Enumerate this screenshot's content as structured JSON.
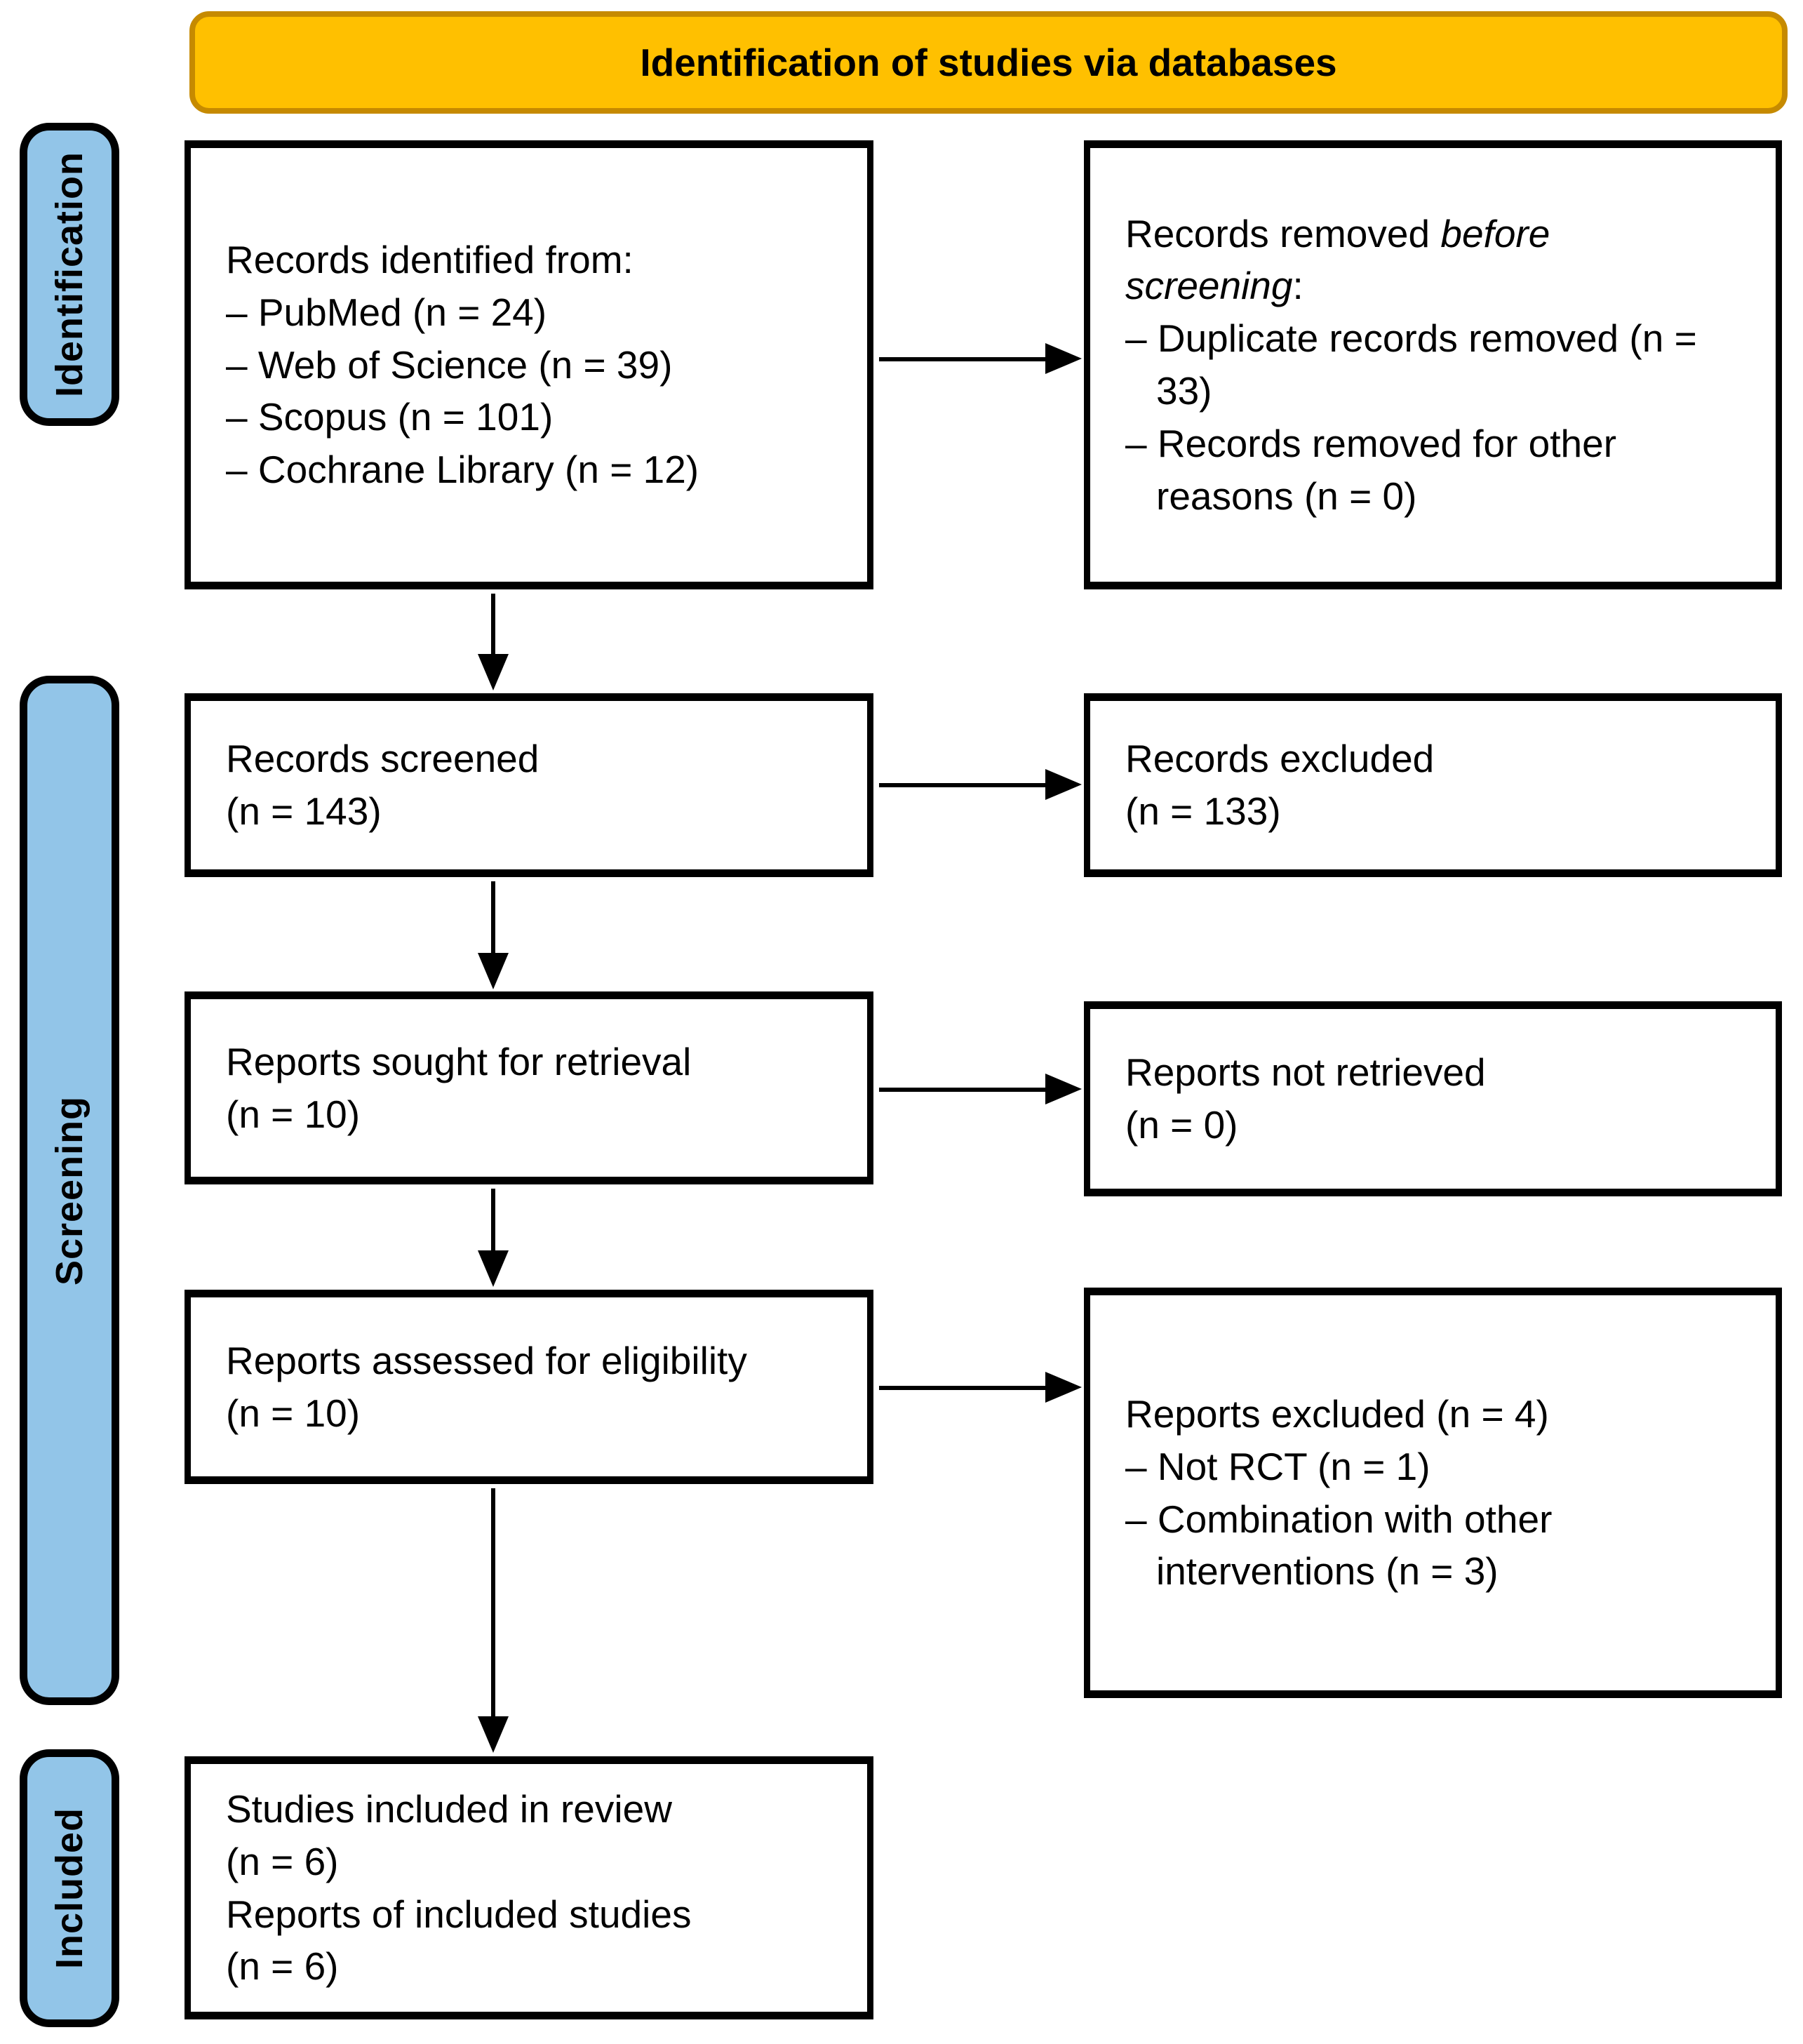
{
  "banner": {
    "label": "Identification of studies via databases"
  },
  "colors": {
    "banner_fill": "#FFC000",
    "banner_border": "#C68A00",
    "stage_fill": "#92C5E8",
    "stage_border": "#000000",
    "box_border": "#000000",
    "text": "#000000"
  },
  "stages": [
    {
      "label": "Identification"
    },
    {
      "label": "Screening"
    },
    {
      "label": "Included"
    }
  ],
  "boxes": {
    "identified": {
      "title": "Records identified from:",
      "items": [
        "– PubMed (n = 24)",
        "– Web of Science (n = 39)",
        "– Scopus (n = 101)",
        "– Cochrane Library (n = 12)"
      ]
    },
    "removed": {
      "title_prefix": "Records removed ",
      "title_italic": "before screening",
      "title_suffix": ":",
      "items": [
        "– Duplicate records removed (n = 33)",
        "– Records removed for other reasons (n = 0)"
      ]
    },
    "screened": {
      "lines": [
        "Records screened",
        "(n = 143)"
      ]
    },
    "excluded1": {
      "lines": [
        "Records excluded",
        "(n = 133)"
      ]
    },
    "sought": {
      "lines": [
        "Reports sought for retrieval",
        "(n = 10)"
      ]
    },
    "not_retrieved": {
      "lines": [
        "Reports not retrieved",
        "(n = 0)"
      ]
    },
    "assessed": {
      "lines": [
        "Reports assessed for eligibility",
        "(n = 10)"
      ]
    },
    "excluded2": {
      "title": "Reports excluded (n = 4)",
      "items": [
        "– Not RCT (n = 1)",
        "– Combination with other interventions (n = 3)"
      ]
    },
    "included": {
      "lines": [
        "Studies included in review",
        "(n = 6)",
        "Reports of included studies",
        "(n = 6)"
      ]
    }
  }
}
